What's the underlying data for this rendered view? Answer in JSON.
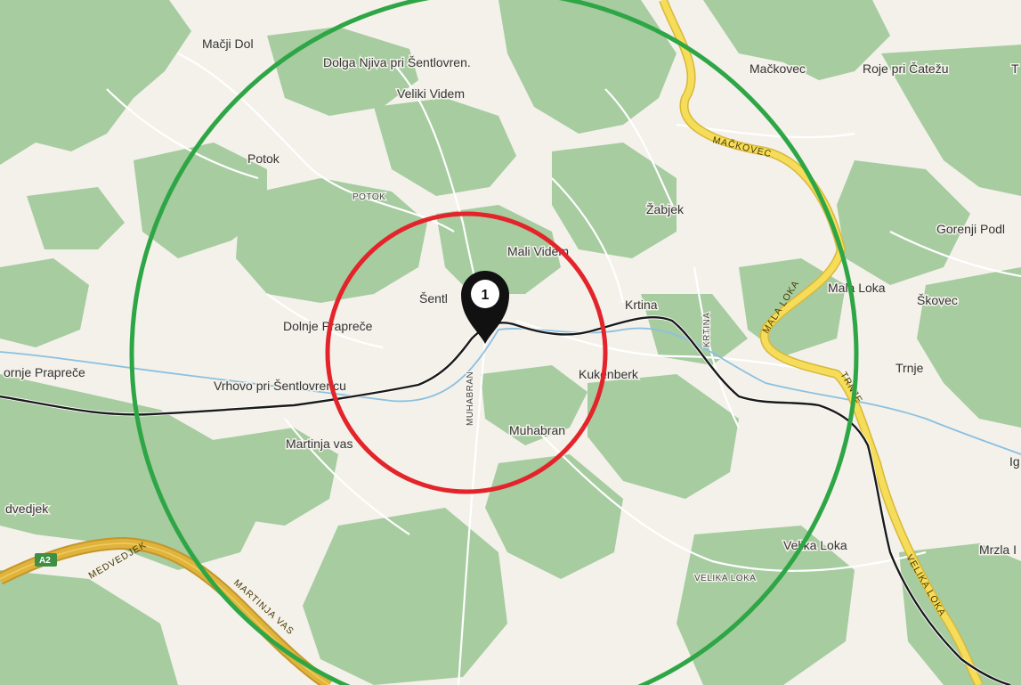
{
  "map": {
    "places": [
      {
        "id": "macji-dol",
        "label": "Mačji Dol"
      },
      {
        "id": "dolga-njiva",
        "label": "Dolga Njiva pri Šentlovren."
      },
      {
        "id": "veliki-videm",
        "label": "Veliki Videm"
      },
      {
        "id": "mackovec",
        "label": "Mačkovec"
      },
      {
        "id": "roje",
        "label": "Roje pri Čatežu"
      },
      {
        "id": "t-edge",
        "label": "T"
      },
      {
        "id": "potok",
        "label": "Potok"
      },
      {
        "id": "zabjek",
        "label": "Žabjek"
      },
      {
        "id": "gorenji-podl",
        "label": "Gorenji Podl"
      },
      {
        "id": "mali-videm",
        "label": "Mali Videm"
      },
      {
        "id": "mala-loka",
        "label": "Mala Loka"
      },
      {
        "id": "skovec",
        "label": "Škovec"
      },
      {
        "id": "sentl",
        "label": "Šentl"
      },
      {
        "id": "krtina",
        "label": "Krtina"
      },
      {
        "id": "dolnje-prapreche",
        "label": "Dolnje Prapreče"
      },
      {
        "id": "gornje-prapreche",
        "label": "ornje Prapreče"
      },
      {
        "id": "vrhovo",
        "label": "Vrhovo pri Šentlovrencu"
      },
      {
        "id": "kukenberk",
        "label": "Kukenberk"
      },
      {
        "id": "trnje",
        "label": "Trnje"
      },
      {
        "id": "martinja-vas",
        "label": "Martinja vas"
      },
      {
        "id": "muhabran",
        "label": "Muhabran"
      },
      {
        "id": "ig-edge",
        "label": "Ig"
      },
      {
        "id": "medvedjek",
        "label": "dvedjek"
      },
      {
        "id": "velika-loka",
        "label": "Velika Loka"
      },
      {
        "id": "mrzla",
        "label": "Mrzla I"
      }
    ],
    "streets": [
      {
        "id": "potok-street",
        "label": "POTOK"
      },
      {
        "id": "muhabran-street",
        "label": "MUHABRAN"
      },
      {
        "id": "krtina-street",
        "label": "KRTINA"
      },
      {
        "id": "velika-loka-street",
        "label": "VELIKA LOKA"
      }
    ],
    "highways": [
      {
        "id": "mackovec-road",
        "label": "MAČKOVEC"
      },
      {
        "id": "mala-loka-road",
        "label": "MALA LOKA"
      },
      {
        "id": "trnje-road",
        "label": "TRNJE"
      },
      {
        "id": "velika-loka-road",
        "label": "VELIKA LOKA"
      },
      {
        "id": "medvedjek-road",
        "label": "MEDVEDJEK"
      },
      {
        "id": "martinja-vas-road",
        "label": "MARTINJA VAS"
      }
    ],
    "shield": {
      "label": "A2"
    },
    "marker": {
      "number": "1"
    },
    "rings": [
      {
        "id": "inner-ring",
        "color": "#e3242b"
      },
      {
        "id": "outer-ring",
        "color": "#2ea645"
      }
    ],
    "colors": {
      "land": "#f3f1ea",
      "forest": "#a6cca0",
      "motorway": "#e0b43c",
      "primary": "#f5dd5a",
      "rail": "#1a1a1a",
      "water": "#8cc0e0"
    }
  }
}
